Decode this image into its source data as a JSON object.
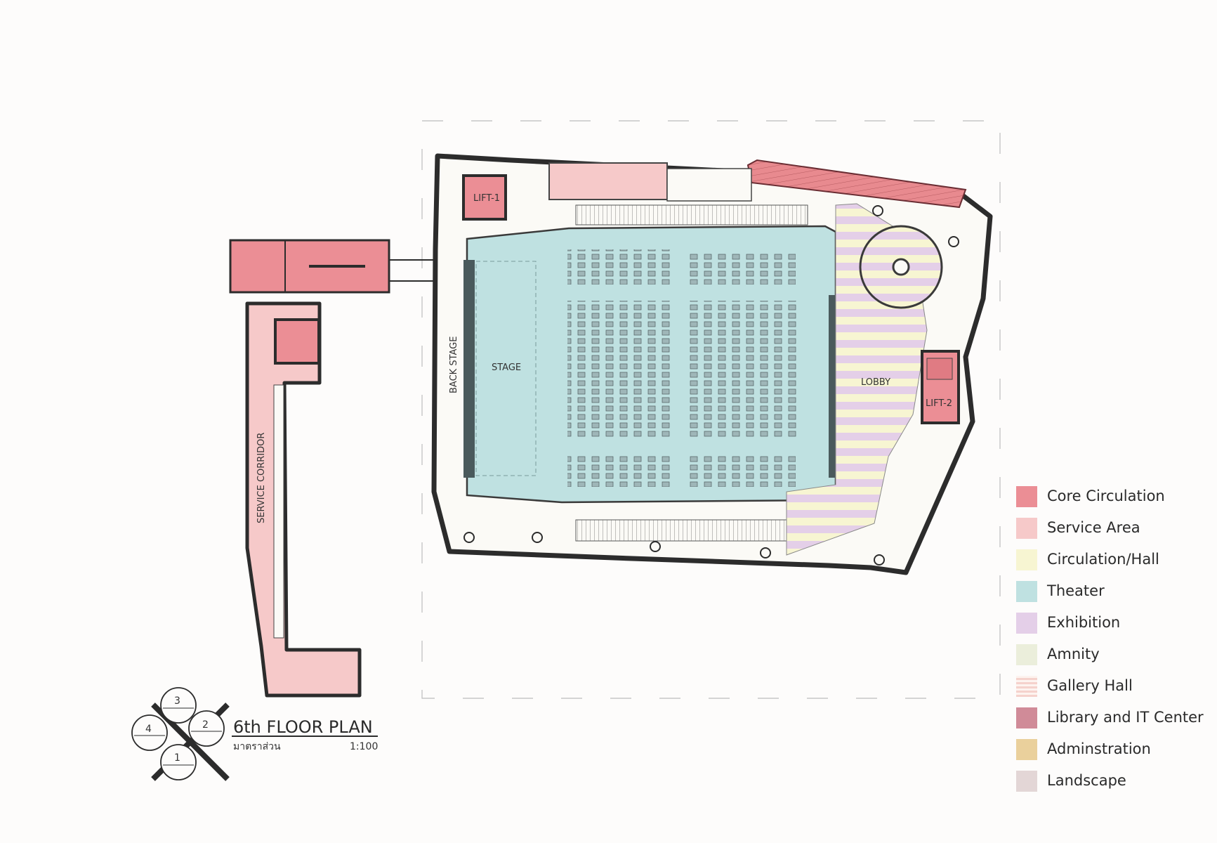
{
  "rooms": {
    "lift1": "LIFT-1",
    "lift2": "LIFT-2",
    "back_stage": "BACK STAGE",
    "stage": "STAGE",
    "lobby": "LOBBY",
    "service_corridor": "SERVICE CORRIDOR"
  },
  "title_block": {
    "title": "6th FLOOR PLAN",
    "scale_label": "มาตราส่วน",
    "scale": "1:100",
    "compass": [
      "3",
      "2",
      "1",
      "4"
    ]
  },
  "legend": {
    "items": [
      {
        "label": "Core Circulation",
        "color": "#eb8e95"
      },
      {
        "label": "Service Area",
        "color": "#f6c9c9"
      },
      {
        "label": "Circulation/Hall",
        "color": "#f7f5d2"
      },
      {
        "label": "Theater",
        "color": "#bfe1e1"
      },
      {
        "label": "Exhibition",
        "color": "#e4cfe8"
      },
      {
        "label": "Amnity",
        "color": "#ebeedb"
      },
      {
        "label": "Gallery Hall",
        "color": "#f5d2cc",
        "pattern": "stripes"
      },
      {
        "label": "Library and IT Center",
        "color": "#d08b98"
      },
      {
        "label": "Adminstration",
        "color": "#ead09c"
      },
      {
        "label": "Landscape",
        "color": "#e3d6d6"
      }
    ]
  },
  "colors": {
    "core": "#eb8e95",
    "service": "#f6c9c9",
    "theater": "#bfe1e1",
    "lobby_stripe_a": "#e4cfe8",
    "lobby_stripe_b": "#f7f5d2",
    "wall": "#3a3a3a"
  }
}
